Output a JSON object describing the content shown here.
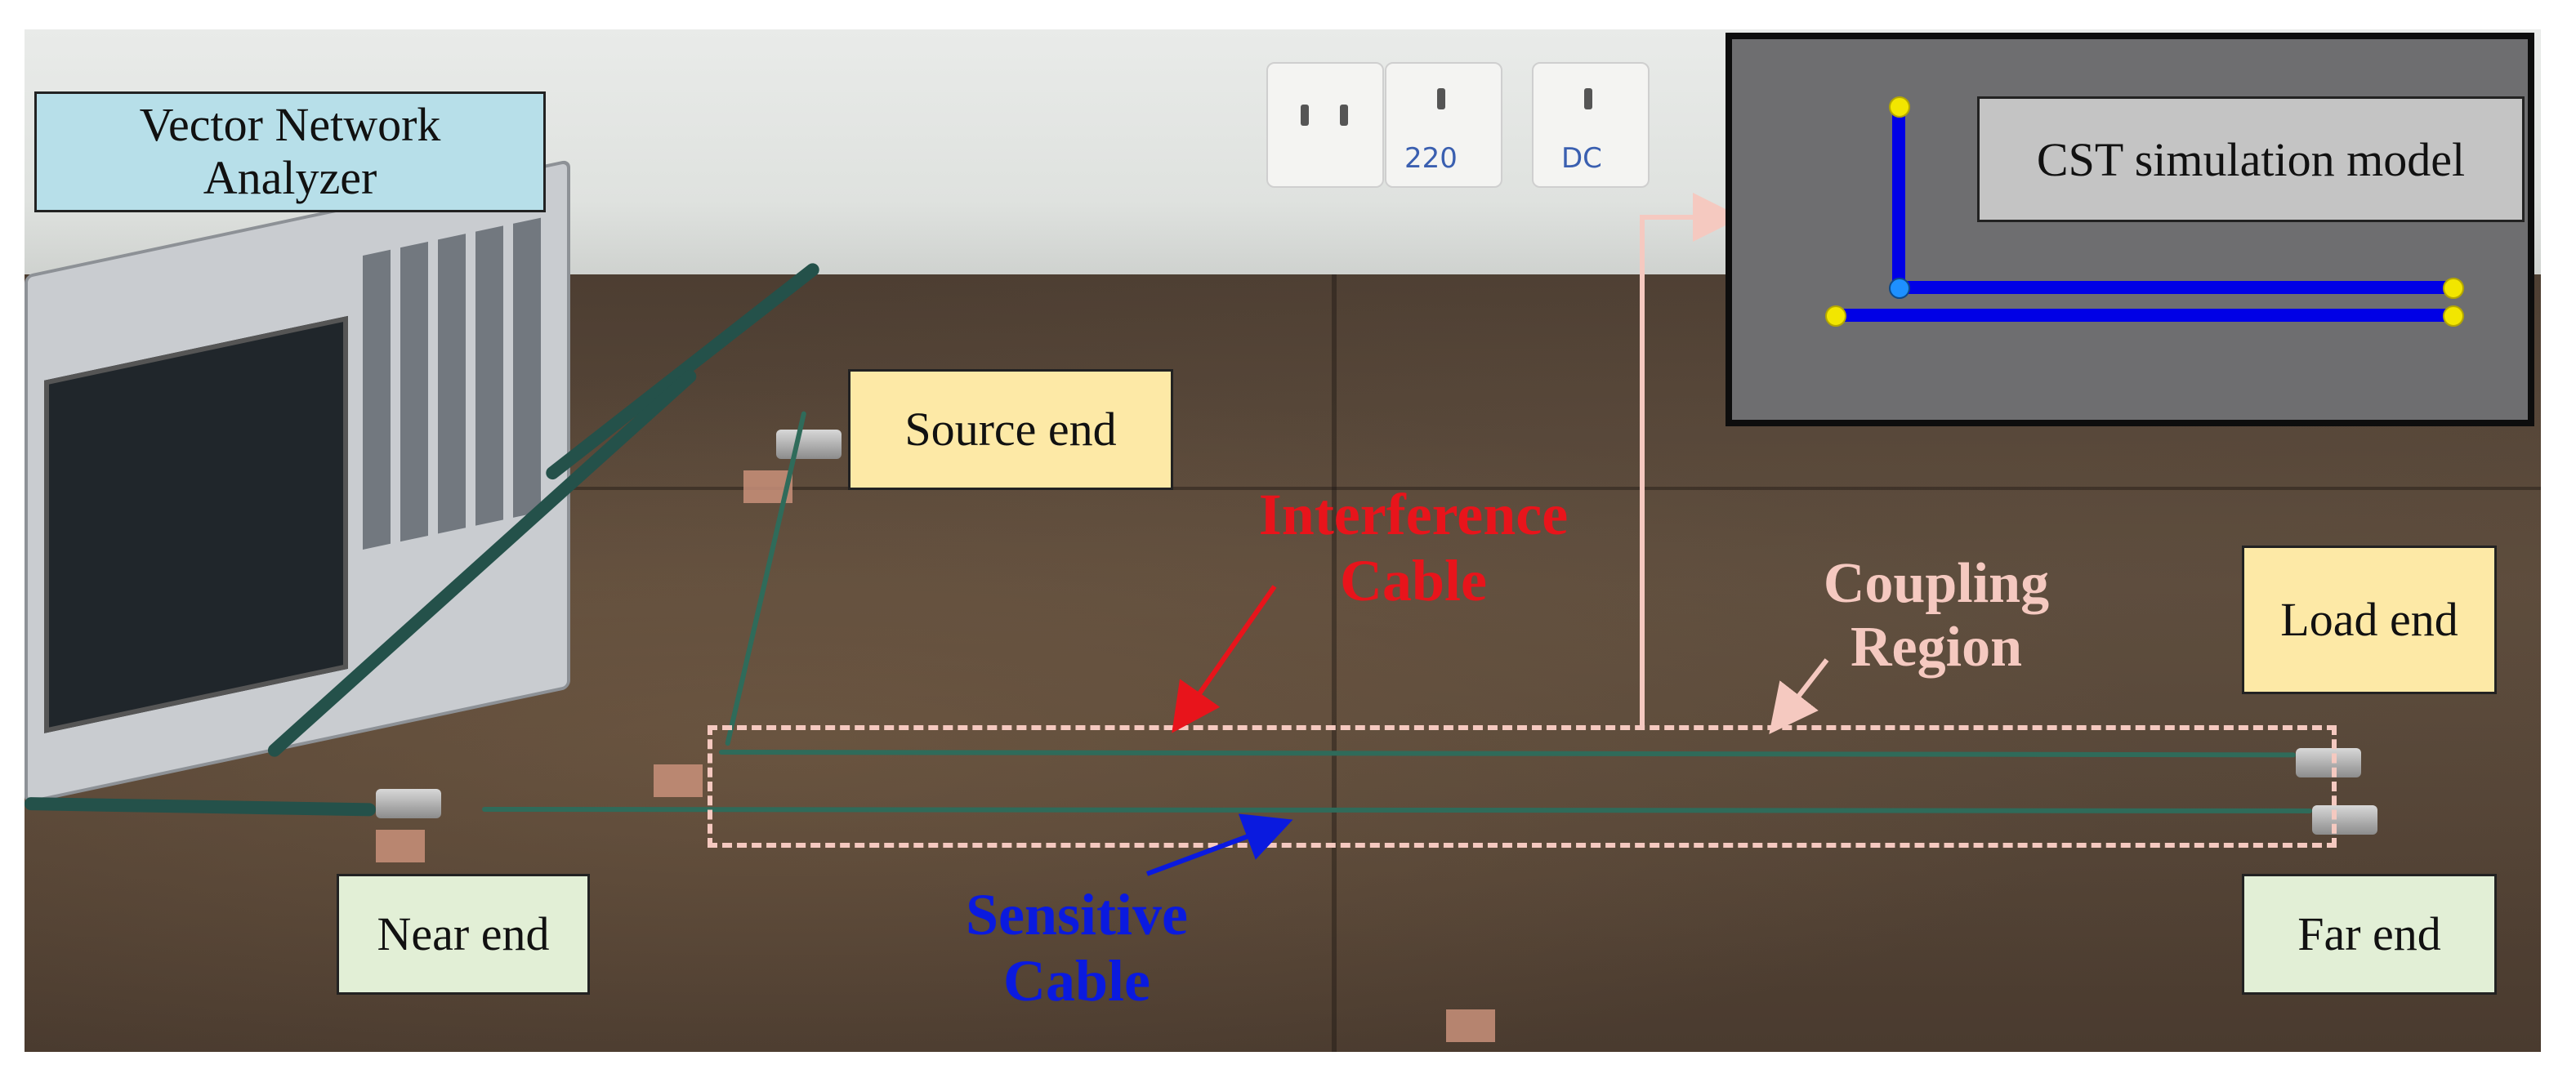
{
  "labels": {
    "vna": "Vector Network Analyzer",
    "source_end": "Source end",
    "near_end": "Near end",
    "load_end": "Load end",
    "far_end": "Far end",
    "cst_model": "CST simulation model"
  },
  "annotations": {
    "interference": "Interference Cable",
    "coupling": "Coupling Region",
    "sensitive": "Sensitive Cable"
  },
  "socket_marks": [
    "220",
    "DC"
  ],
  "colors": {
    "vna_box": "#b7dfe9",
    "end_box_yellow": "#fde9a6",
    "end_box_green": "#e2efd6",
    "interference_text": "#e8141b",
    "sensitive_text": "#0a1adf",
    "coupling_text": "#f5c9c0",
    "cst_cable": "#0000e6",
    "cst_node": "#f2e600"
  }
}
